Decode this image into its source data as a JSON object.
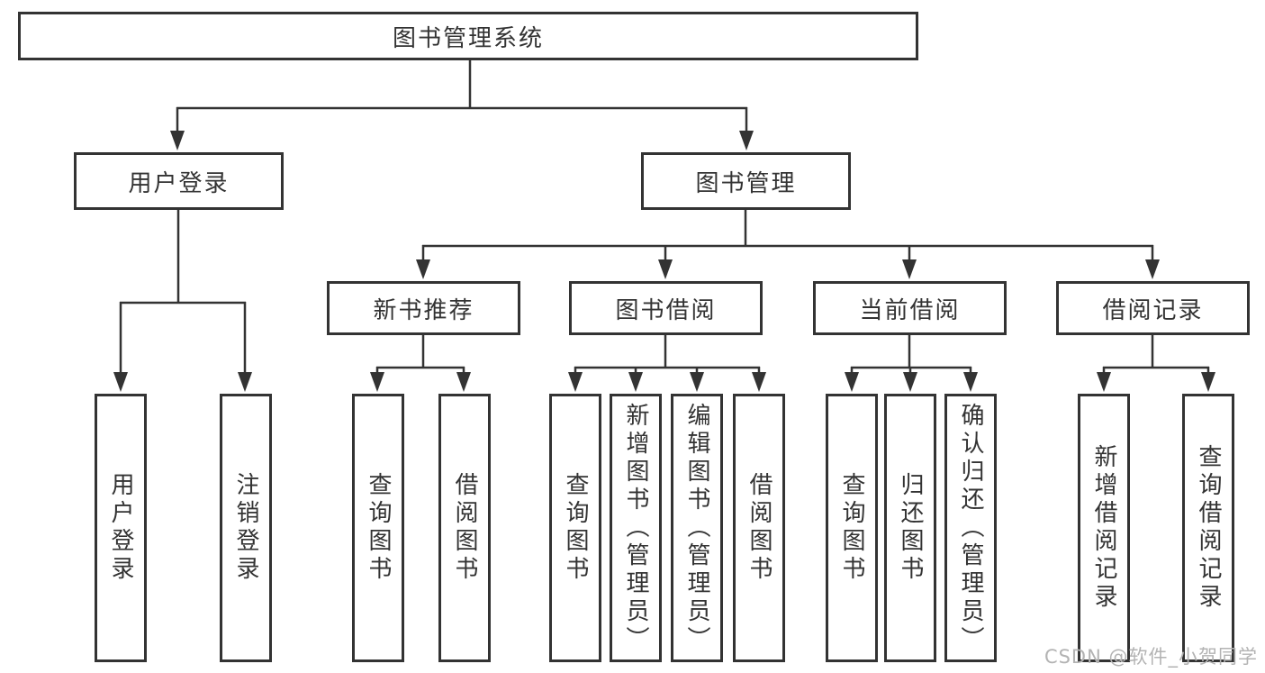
{
  "diagram": {
    "root": {
      "label": "图书管理系统"
    },
    "level2": {
      "user_login": {
        "label": "用户登录"
      },
      "book_management": {
        "label": "图书管理"
      }
    },
    "level3": {
      "new_book_recommend": {
        "label": "新书推荐"
      },
      "book_borrowing": {
        "label": "图书借阅"
      },
      "current_borrowing": {
        "label": "当前借阅"
      },
      "borrowing_records": {
        "label": "借阅记录"
      }
    },
    "leaves": {
      "user_login": {
        "label": "用户登录"
      },
      "logout": {
        "label": "注销登录"
      },
      "nb_query_books": {
        "label": "查询图书"
      },
      "nb_borrow_books": {
        "label": "借阅图书"
      },
      "bb_query_books": {
        "label": "查询图书"
      },
      "bb_add_books": {
        "label": "新增图书（管理员）"
      },
      "bb_edit_books": {
        "label": "编辑图书（管理员）"
      },
      "bb_borrow_books": {
        "label": "借阅图书"
      },
      "cb_query_books": {
        "label": "查询图书"
      },
      "cb_return_books": {
        "label": "归还图书"
      },
      "cb_confirm_return": {
        "label": "确认归还（管理员）"
      },
      "br_add_record": {
        "label": "新增借阅记录"
      },
      "br_query_record": {
        "label": "查询借阅记录"
      }
    }
  },
  "watermark": {
    "text": "CSDN @软件_小贺同学"
  },
  "colors": {
    "line": "#333333",
    "box_border": "#333333",
    "text": "#333333",
    "background": "#ffffff",
    "watermark": "#b3b3b3"
  }
}
